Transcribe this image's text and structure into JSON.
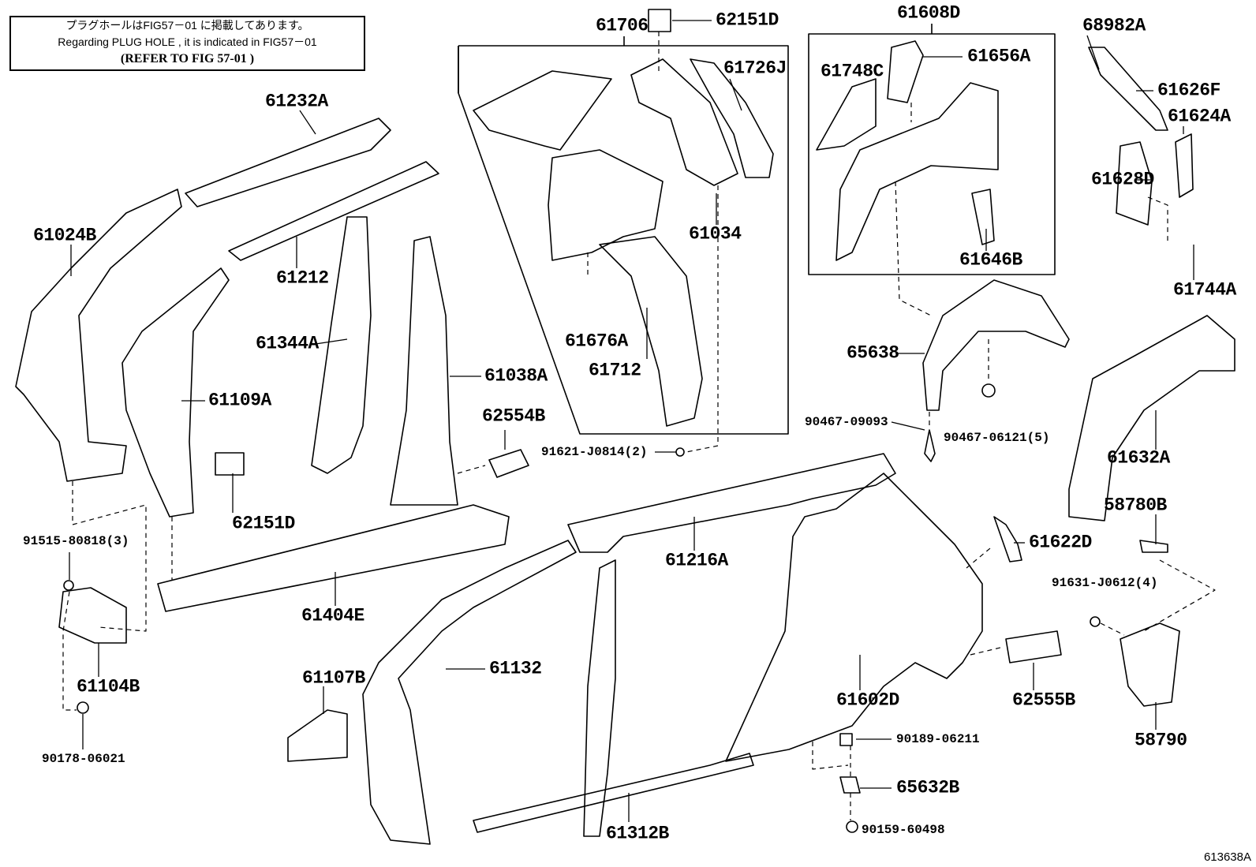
{
  "note": {
    "line_jp": "プラグホールはFIG57－01 に掲載してあります。",
    "line_en": "Regarding  PLUG HOLE , it is indicated in FIG57－01",
    "line_ref": "(REFER TO FIG 57-01 )"
  },
  "figure_number": "613638A",
  "part_labels": [
    "62151D",
    "61706",
    "61608D",
    "68982A",
    "61726J",
    "61748C",
    "61656A",
    "61626F",
    "61232A",
    "61624A",
    "61024B",
    "61628D",
    "61034",
    "61646B",
    "61212",
    "61744A",
    "61344A",
    "61676A",
    "61712",
    "65638",
    "61109A",
    "61038A",
    "62554B",
    "90467-09093",
    "90467-06121(5)",
    "61632A",
    "91621-J0814(2)",
    "62151D",
    "58780B",
    "91515-80818(3)",
    "61216A",
    "61622D",
    "91631-J0612(4)",
    "61404E",
    "61104B",
    "61132",
    "61107B",
    "61602D",
    "62555B",
    "90189-06211",
    "58790",
    "90178-06021",
    "65632B",
    "61312B",
    "90159-60498"
  ]
}
